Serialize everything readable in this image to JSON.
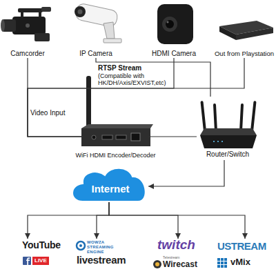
{
  "diagram": {
    "nodes": [
      {
        "text": [
          "Camcorder"
        ]
      },
      {
        "text": [
          "IP Camera"
        ]
      },
      {
        "text": [
          "HDMI Camera"
        ]
      },
      {
        "text": [
          "Out from Playstation"
        ]
      },
      {
        "text": [
          "WiFi HDMI Encoder/Decoder"
        ]
      },
      {
        "text": [
          "Router/Switch"
        ]
      },
      {
        "text": [
          "Internet"
        ]
      },
      {
        "text": [
          "YouTube",
          "LIVE"
        ]
      },
      {
        "text": [
          "WOWZA STREAMING ENGINE",
          "livestream"
        ]
      },
      {
        "text": [
          "twitch",
          "Telestream",
          "Wirecast"
        ]
      },
      {
        "text": [
          "USTREAM",
          "vMix"
        ]
      }
    ],
    "edges": [
      {
        "from": 0,
        "to": 4,
        "arrow": "none"
      },
      {
        "from": 2,
        "to": 4,
        "arrow": "none"
      },
      {
        "from": 3,
        "to": 4,
        "arrow": "none"
      },
      {
        "from": 1,
        "to": 5,
        "arrow": "none"
      },
      {
        "from": 4,
        "to": 5,
        "arrow": "none"
      },
      {
        "from": 5,
        "to": 6,
        "arrow": "to"
      },
      {
        "from": 6,
        "to": 7,
        "arrow": "to"
      },
      {
        "from": 6,
        "to": 8,
        "arrow": "to"
      },
      {
        "from": 6,
        "to": 9,
        "arrow": "to"
      },
      {
        "from": 6,
        "to": 10,
        "arrow": "to"
      }
    ],
    "labels": [
      "RTSP Stream",
      "(Compatible with HK/DH/Axis/EXVIST,etc)",
      "Video Input"
    ]
  }
}
